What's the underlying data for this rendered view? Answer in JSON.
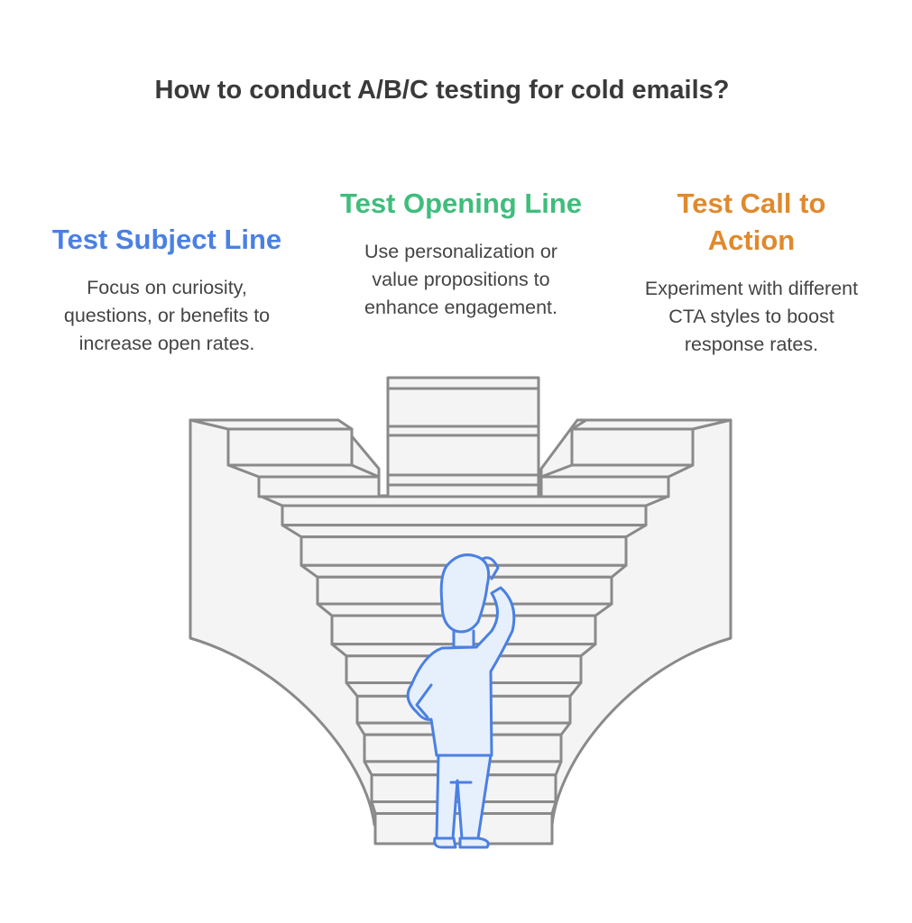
{
  "title": "How to conduct A/B/C testing for cold emails?",
  "items": [
    {
      "heading": "Test Subject Line",
      "description": "Focus on curiosity, questions, or benefits to increase open rates.",
      "color": "#4a80e3"
    },
    {
      "heading": "Test Opening Line",
      "description": "Use personalization or value propositions to enhance engagement.",
      "color": "#3fbd7c"
    },
    {
      "heading": "Test Call to Action",
      "description": "Experiment with different CTA styles to boost response rates.",
      "color": "#e0892d"
    }
  ],
  "colors": {
    "stroke": "#8a8a8a",
    "fill": "#f4f4f4",
    "person_stroke": "#4a80e3",
    "person_fill": "#e6effc"
  }
}
